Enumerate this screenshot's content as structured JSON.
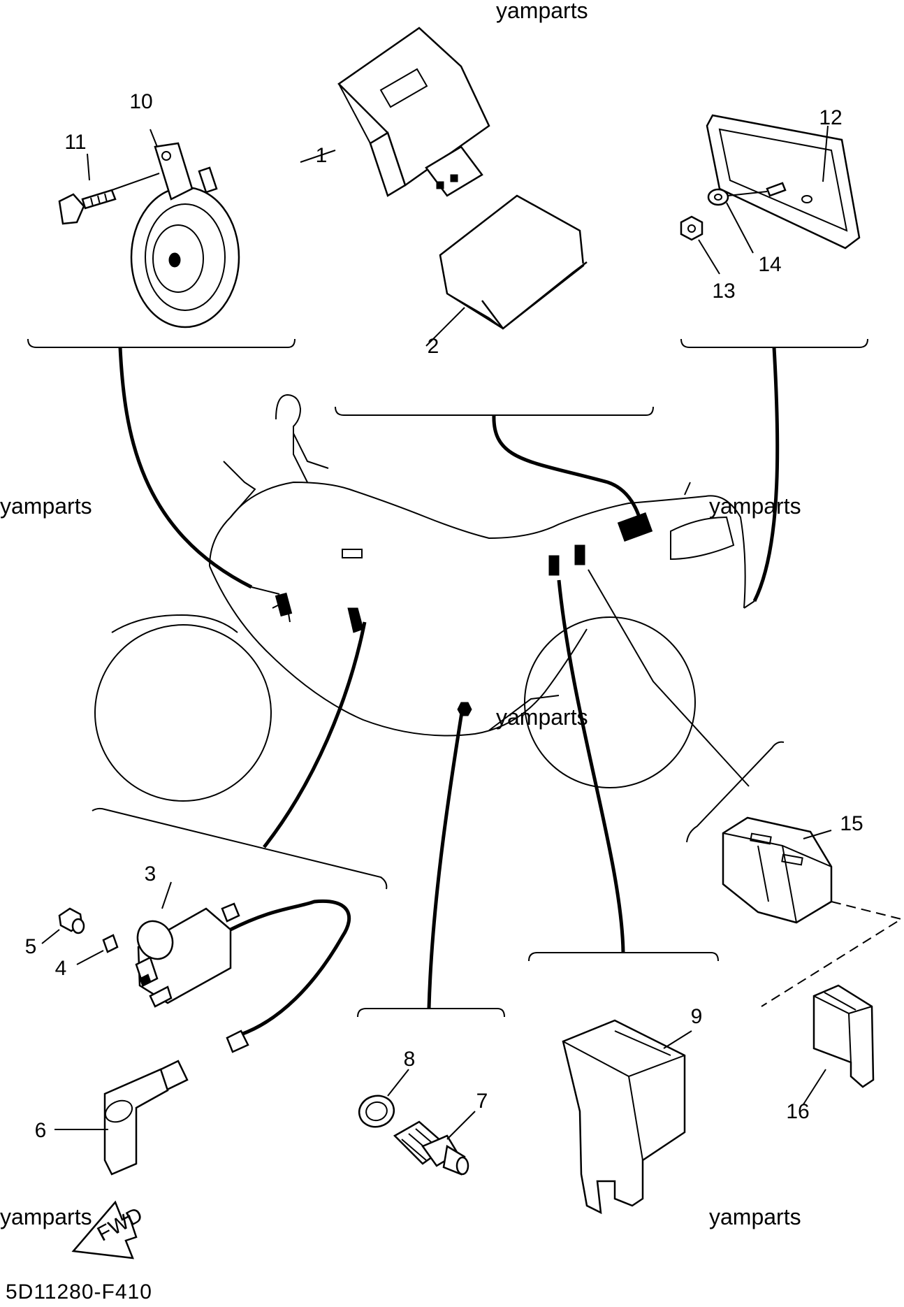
{
  "watermark": "yamparts",
  "diagram_code": "5D11280-F410",
  "fwd_label": "FWD",
  "callouts": {
    "c1": "1",
    "c2": "2",
    "c3": "3",
    "c4": "4",
    "c5": "5",
    "c6": "6",
    "c7": "7",
    "c8": "8",
    "c9": "9",
    "c10": "10",
    "c11": "11",
    "c12": "12",
    "c13": "13",
    "c14": "14",
    "c15": "15",
    "c16": "16"
  },
  "colors": {
    "ink": "#000000",
    "paper": "#ffffff"
  }
}
